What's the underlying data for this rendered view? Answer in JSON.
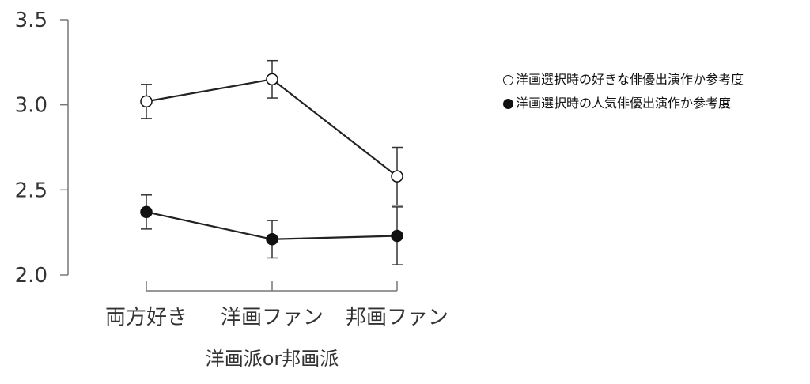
{
  "chart_data": {
    "type": "line",
    "categories": [
      "両方好き",
      "洋画ファン",
      "邦画ファン"
    ],
    "xlabel": "洋画派or邦画派",
    "ylabel": "",
    "ylim": [
      2.0,
      3.5
    ],
    "yticks": [
      "2.0",
      "2.5",
      "3.0",
      "3.5"
    ],
    "legend_position": "right",
    "series": [
      {
        "name": "洋画選択時の好きな俳優出演作か参考度",
        "marker": "open",
        "values": [
          3.02,
          3.15,
          2.58
        ],
        "error": [
          0.1,
          0.11,
          0.17
        ]
      },
      {
        "name": "洋画選択時の人気俳優出演作か参考度",
        "marker": "filled",
        "values": [
          2.37,
          2.21,
          2.23
        ],
        "error": [
          0.1,
          0.11,
          0.17
        ]
      }
    ]
  },
  "legend": {
    "items": [
      {
        "symbol": "○",
        "label": "洋画選択時の好きな俳優出演作か参考度"
      },
      {
        "symbol": "●",
        "label": "洋画選択時の人気俳優出演作か参考度"
      }
    ]
  }
}
